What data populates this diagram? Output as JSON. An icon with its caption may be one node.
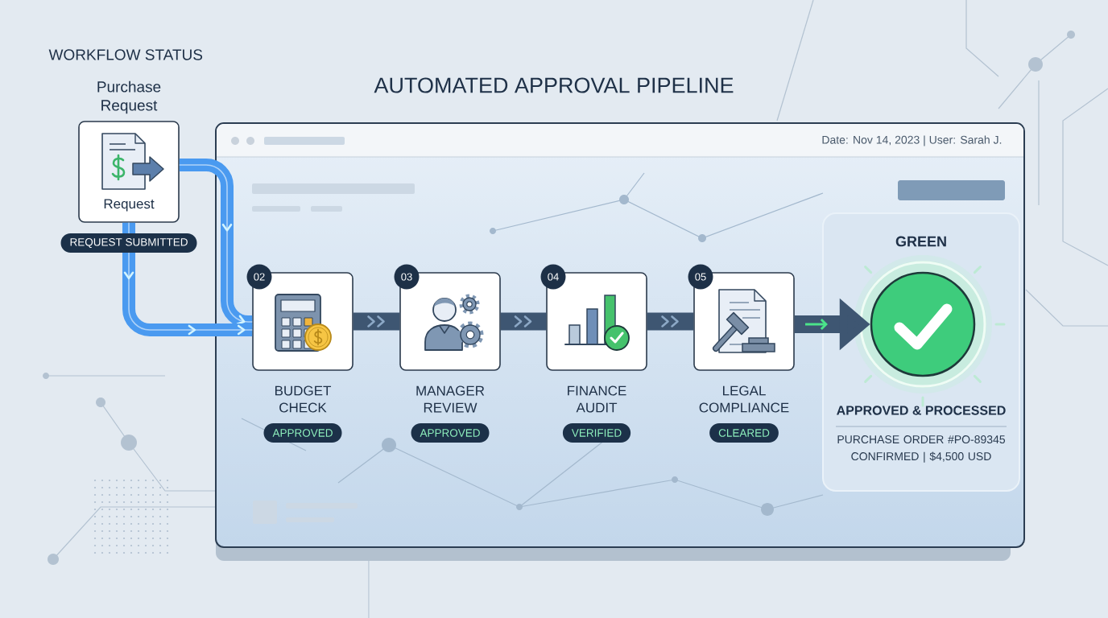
{
  "diagram": {
    "title": "AUTOMATED APPROVAL PIPELINE",
    "nodes": [
      {
        "text": [
          "Purchase Request",
          "Request"
        ],
        "beside": [
          "REQUEST SUBMITTED"
        ]
      },
      {
        "text": [
          "Date: Nov 14, 2023 | User: Sarah J."
        ]
      },
      {
        "text": [
          "02",
          "BUDGET CHECK",
          "APPROVED"
        ],
        "in": 1
      },
      {
        "text": [
          "03",
          "MANAGER REVIEW",
          "APPROVED"
        ],
        "in": 1
      },
      {
        "text": [
          "04",
          "FINANCE AUDIT",
          "VERIFIED"
        ],
        "in": 1
      },
      {
        "text": [
          "05",
          "LEGAL COMPLIANCE",
          "CLEARED"
        ],
        "in": 1
      },
      {
        "text": [
          "GREEN",
          "APPROVED & PROCESSED",
          "PURCHASE ORDER #PO-89345 CONFIRMED | $4,500 USD"
        ],
        "in": 1
      },
      {
        "text": [],
        "shape": "circle",
        "in": 6
      }
    ],
    "edges": [
      {
        "from": 0,
        "to": 2,
        "arrow": "to",
        "color": "#4a9af0"
      },
      {
        "from": 0,
        "to": 2,
        "arrow": "to",
        "color": "#4a9af0"
      },
      {
        "from": 2,
        "to": 3,
        "arrow": "to"
      },
      {
        "from": 3,
        "to": 4,
        "arrow": "to"
      },
      {
        "from": 4,
        "to": 5,
        "arrow": "to"
      },
      {
        "from": 5,
        "to": 7,
        "arrow": "to"
      }
    ],
    "labels": [
      "WORKFLOW STATUS"
    ]
  }
}
